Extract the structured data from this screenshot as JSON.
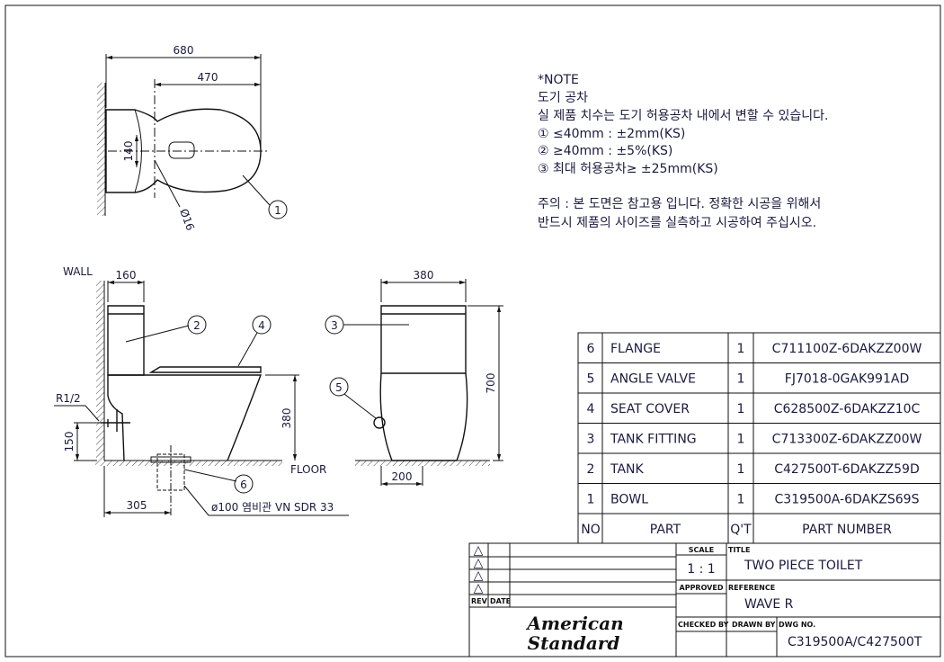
{
  "note": {
    "heading": "*NOTE",
    "lines": [
      "도기 공차",
      "실 제품 치수는 도기 허용공차 내에서 변할 수 있습니다.",
      "① ≤40mm : ±2mm(KS)",
      "② ≥40mm : ±5%(KS)",
      "③ 최대 허용공차≥ ±25mm(KS)",
      "",
      "주의 : 본 도면은 참고용 입니다. 정확한 시공을 위해서",
      "반드시 제품의 사이즈를 실측하고 시공하여 주십시오."
    ]
  },
  "plan_view": {
    "dim_total": "680",
    "dim_hole": "470",
    "dim_140": "140",
    "dim_hole_dia": "Ø16",
    "balloon": "1"
  },
  "side_view": {
    "wall_label": "WALL",
    "dim_tank": "160",
    "supply_label": "R1/2",
    "dim_supply_height": "150",
    "dim_seat_height": "380",
    "floor_label": "FLOOR",
    "dim_rough_in": "305",
    "pipe_label": "ø100 염비관 VN SDR 33",
    "balloons": [
      "2",
      "4",
      "6"
    ]
  },
  "front_view": {
    "dim_width": "380",
    "dim_height": "700",
    "dim_base": "200",
    "balloons": [
      "3",
      "5"
    ]
  },
  "parts_table": {
    "rows": [
      {
        "no": "6",
        "part": "FLANGE",
        "qty": "1",
        "part_number": "C711100Z-6DAKZZ00W"
      },
      {
        "no": "5",
        "part": "ANGLE VALVE",
        "qty": "1",
        "part_number": "FJ7018-0GAK991AD"
      },
      {
        "no": "4",
        "part": "SEAT COVER",
        "qty": "1",
        "part_number": "C628500Z-6DAKZZ10C"
      },
      {
        "no": "3",
        "part": "TANK FITTING",
        "qty": "1",
        "part_number": "C713300Z-6DAKZZ00W"
      },
      {
        "no": "2",
        "part": "TANK",
        "qty": "1",
        "part_number": "C427500T-6DAKZZ59D"
      },
      {
        "no": "1",
        "part": "BOWL",
        "qty": "1",
        "part_number": "C319500A-6DAKZS69S"
      }
    ],
    "headers": {
      "no": "NO",
      "part": "PART",
      "qty": "Q'T",
      "part_number": "PART NUMBER"
    }
  },
  "title_block": {
    "rev_label": "REV",
    "date_label": "DATE",
    "rev_marks": [
      "△",
      "△",
      "△",
      "△"
    ],
    "scale_label": "SCALE",
    "scale_value": "1 : 1",
    "title_label": "TITLE",
    "title_value": "TWO PIECE TOILET",
    "approved_label": "APPROVED",
    "reference_label": "REFERENCE",
    "reference_value": "WAVE R",
    "checked_label": "CHECKED BY",
    "drawn_label": "DRAWN BY",
    "dwg_label": "DWG NO.",
    "dwg_value": "C319500A/C427500T",
    "logo_line1": "American",
    "logo_line2": "Standard"
  }
}
